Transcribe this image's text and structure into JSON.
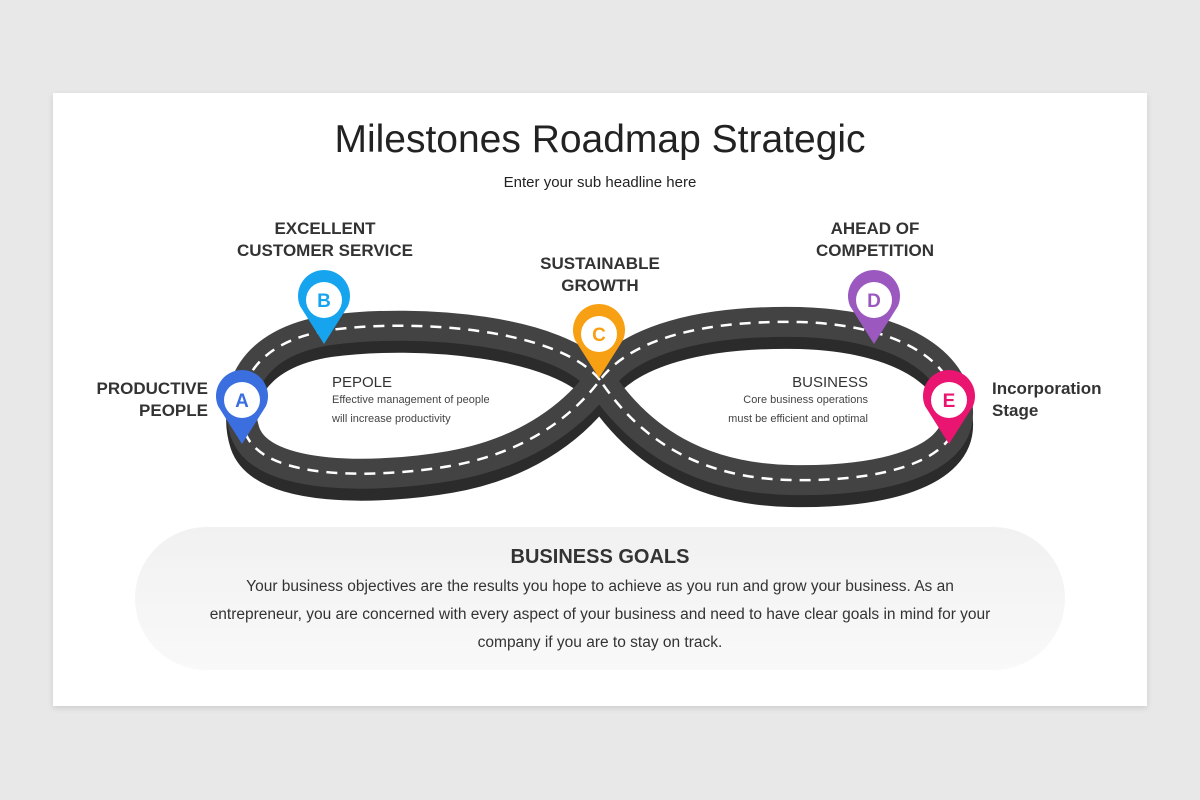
{
  "title": "Milestones Roadmap Strategic",
  "subtitle": "Enter your sub headline here",
  "milestones": [
    {
      "letter": "A",
      "label_line1": "PRODUCTIVE",
      "label_line2": "PEOPLE",
      "color": "#3b6fe0"
    },
    {
      "letter": "B",
      "label_line1": "EXCELLENT",
      "label_line2": "CUSTOMER SERVICE",
      "color": "#17a4ef"
    },
    {
      "letter": "C",
      "label_line1": "SUSTAINABLE",
      "label_line2": "GROWTH",
      "color": "#f8a014"
    },
    {
      "letter": "D",
      "label_line1": "AHEAD OF",
      "label_line2": "COMPETITION",
      "color": "#9b59c0"
    },
    {
      "letter": "E",
      "label_line1": "Incorporation",
      "label_line2": "Stage",
      "color": "#ea1571"
    }
  ],
  "left_loop": {
    "heading": "PEPOLE",
    "line1": "Effective management of people",
    "line2": "will increase productivity"
  },
  "right_loop": {
    "heading": "BUSINESS",
    "line1": "Core business operations",
    "line2": "must be efficient and optimal"
  },
  "goals": {
    "heading": "BUSINESS GOALS",
    "text": "Your business objectives are the results you hope to achieve as you run and grow your business. As an entrepreneur, you are concerned with every aspect of your business and need to have clear goals in mind for your company if you are to stay on track."
  }
}
